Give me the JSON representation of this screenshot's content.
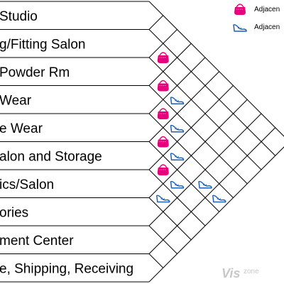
{
  "diagram": {
    "rows": [
      {
        "label": "Studio"
      },
      {
        "label": "g/Fitting Salon"
      },
      {
        "label": "Powder Rm"
      },
      {
        "label": "Wear"
      },
      {
        "label": "e Wear"
      },
      {
        "label": "alon and Storage"
      },
      {
        "label": "ics/Salon"
      },
      {
        "label": "ories"
      },
      {
        "label": "ment Center"
      },
      {
        "label": "e, Shipping, Receiving"
      }
    ],
    "legend": [
      {
        "key": "purse",
        "icon": "purse-icon",
        "label": "Adjacen"
      },
      {
        "key": "shoe",
        "icon": "shoe-icon",
        "label": "Adjacen"
      }
    ],
    "adjacencies": [
      {
        "rows": [
          1,
          2
        ],
        "type": "purse"
      },
      {
        "rows": [
          2,
          3
        ],
        "type": "purse"
      },
      {
        "rows": [
          2,
          4
        ],
        "type": "shoe"
      },
      {
        "rows": [
          3,
          4
        ],
        "type": "purse"
      },
      {
        "rows": [
          3,
          5
        ],
        "type": "shoe"
      },
      {
        "rows": [
          4,
          5
        ],
        "type": "purse"
      },
      {
        "rows": [
          4,
          6
        ],
        "type": "shoe"
      },
      {
        "rows": [
          5,
          6
        ],
        "type": "purse"
      },
      {
        "rows": [
          5,
          7
        ],
        "type": "shoe"
      },
      {
        "rows": [
          6,
          7
        ],
        "type": "shoe"
      },
      {
        "rows": [
          4,
          8
        ],
        "type": "shoe"
      },
      {
        "rows": [
          4,
          9
        ],
        "type": "shoe"
      }
    ],
    "colors": {
      "purse": "#e6007e",
      "shoe": "#1a5fb4",
      "line": "#000000"
    },
    "watermark": {
      "main": "Vis",
      "sub": "zone"
    }
  }
}
